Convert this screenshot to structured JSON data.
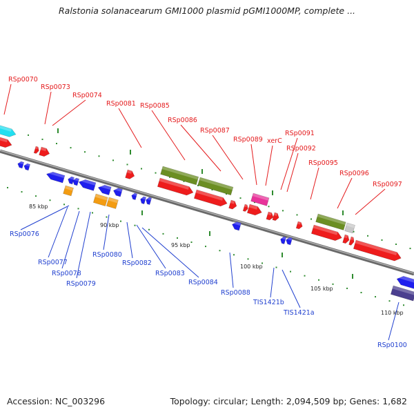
{
  "title": "Ralstonia solanacearum GMI1000 plasmid pGMI1000MP, complete ...",
  "footer": {
    "accession": "Accession: NC_003296",
    "summary": "Topology: circular; Length: 2,094,509 bp; Genes: 1,682"
  },
  "colors": {
    "red": "#ee1c1c",
    "blue": "#1f1fee",
    "olive": "#6b8e23",
    "orange": "#f39c12",
    "magenta": "#e8339a",
    "cyan": "#22dff0",
    "navy": "#4b3f8f",
    "gray": "#c8c8c8",
    "label_red": "#e41a1c",
    "label_blue": "#1f3fcf",
    "tick_green": "#2e8b2e"
  },
  "scale_labels": [
    "85 kbp",
    "90 kbp",
    "95 kbp",
    "100 kbp",
    "105 kbp",
    "110 kbp"
  ],
  "top_labels": [
    "RSp0070",
    "RSp0073",
    "RSp0074",
    "RSp0081",
    "RSp0085",
    "RSp0086",
    "RSp0087",
    "RSp0089",
    "xerC",
    "RSp0091",
    "RSp0092",
    "RSp0095",
    "RSp0096",
    "RSp0097"
  ],
  "bottom_labels": [
    "RSp0076",
    "RSp0077",
    "RSp0078",
    "RSp0079",
    "RSp0080",
    "RSp0082",
    "RSp0083",
    "RSp0084",
    "RSp0088",
    "TIS1421b",
    "TIS1421a",
    "RSp0100"
  ]
}
